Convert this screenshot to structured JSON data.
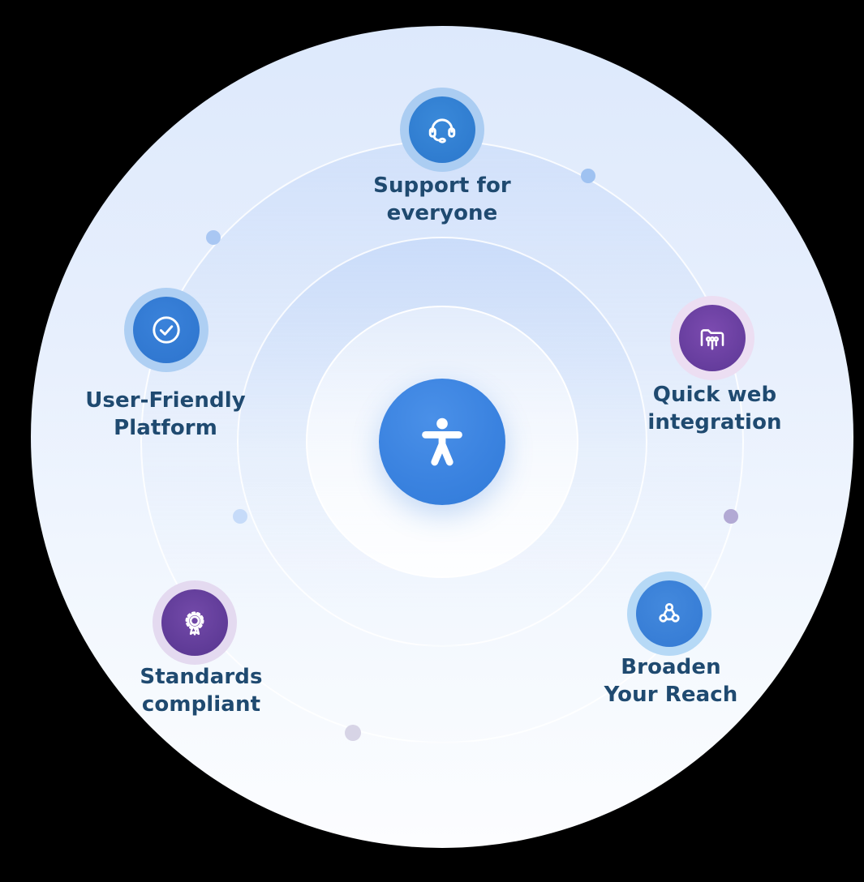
{
  "diagram_title": "Accessibility features diagram",
  "center": {
    "icon": "accessibility-icon",
    "color": "#3b83e0"
  },
  "features": [
    {
      "id": "support-for-everyone",
      "icon": "headset-icon",
      "lines": [
        "Support for",
        "everyone"
      ],
      "bubble_color": "#2e7ccf",
      "halo_color": "#abcdf2",
      "position": "top"
    },
    {
      "id": "user-friendly-platform",
      "icon": "check-circle-icon",
      "lines": [
        "User-Friendly",
        "Platform"
      ],
      "bubble_color": "#3078d1",
      "halo_color": "#aecff3",
      "position": "left"
    },
    {
      "id": "quick-web-integration",
      "icon": "web-integration-icon",
      "lines": [
        "Quick web",
        "integration"
      ],
      "bubble_color": "#6a3ea6",
      "halo_color": "#ecdef2",
      "position": "right"
    },
    {
      "id": "standards-compliant",
      "icon": "award-badge-icon",
      "lines": [
        "Standards",
        "compliant"
      ],
      "bubble_color": "#5f3b9e",
      "halo_color": "#e4daf0",
      "position": "bottom-left"
    },
    {
      "id": "broaden-your-reach",
      "icon": "share-network-icon",
      "lines": [
        "Broaden",
        "Your Reach"
      ],
      "bubble_color": "#3c83da",
      "halo_color": "#b6d9f6",
      "position": "bottom-right"
    }
  ],
  "orbit_dots": [
    {
      "color": "#9fc2f1"
    },
    {
      "color": "#a9c7f3"
    },
    {
      "color": "#c6dbf9"
    },
    {
      "color": "#b2a9d4"
    },
    {
      "color": "#d7d4e6"
    }
  ],
  "colors": {
    "label_text": "#1f4a70",
    "ring_stroke": "#ffffff",
    "disc_top": "#dde9fc",
    "disc_bottom": "#fcfdff",
    "background": "#000000"
  }
}
